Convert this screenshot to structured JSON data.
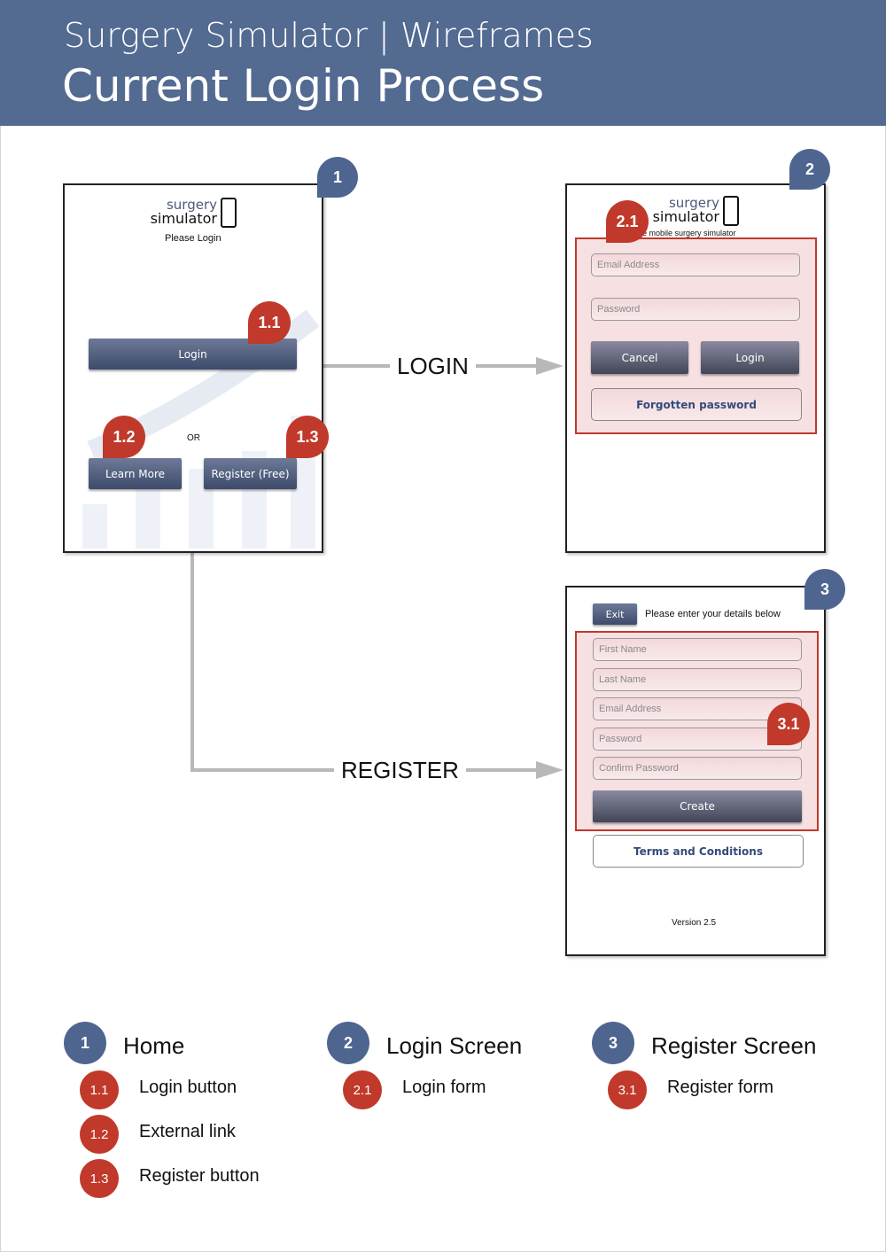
{
  "header": {
    "line1": "Surgery Simulator | Wireframes",
    "line2": "Current Login Process"
  },
  "logo": {
    "word1": "surgery",
    "word2": "simulator"
  },
  "screen1": {
    "badge": "1",
    "subtitle": "Please Login",
    "login_label": "Login",
    "or_label": "OR",
    "learn_more_label": "Learn More",
    "register_label": "Register (Free)",
    "badge_login": "1.1",
    "badge_learn": "1.2",
    "badge_register": "1.3"
  },
  "screen2": {
    "badge": "2",
    "badge_form": "2.1",
    "tagline": "he mobile surgery simulator",
    "email_placeholder": "Email Address",
    "password_placeholder": "Password",
    "cancel_label": "Cancel",
    "login_label": "Login",
    "forgot_label": "Forgotten password"
  },
  "screen3": {
    "badge": "3",
    "badge_form": "3.1",
    "exit_label": "Exit",
    "instruction": "Please enter your details below",
    "first_name_placeholder": "First Name",
    "last_name_placeholder": "Last Name",
    "email_placeholder": "Email Address",
    "password_placeholder": "Password",
    "confirm_placeholder": "Confirm Password",
    "create_label": "Create",
    "terms_label": "Terms and Conditions",
    "version": "Version 2.5"
  },
  "arrows": {
    "login": "LOGIN",
    "register": "REGISTER"
  },
  "legend": {
    "home": {
      "num": "1",
      "title": "Home",
      "items": [
        {
          "num": "1.1",
          "label": "Login button"
        },
        {
          "num": "1.2",
          "label": "External link"
        },
        {
          "num": "1.3",
          "label": "Register button"
        }
      ]
    },
    "login": {
      "num": "2",
      "title": "Login Screen",
      "items": [
        {
          "num": "2.1",
          "label": "Login form"
        }
      ]
    },
    "register": {
      "num": "3",
      "title": "Register Screen",
      "items": [
        {
          "num": "3.1",
          "label": "Register form"
        }
      ]
    }
  },
  "colors": {
    "header_bg": "#536a91",
    "badge_red": "#c0392b",
    "badge_blue": "#4e6590",
    "highlight_bg": "#f6e0e2"
  }
}
